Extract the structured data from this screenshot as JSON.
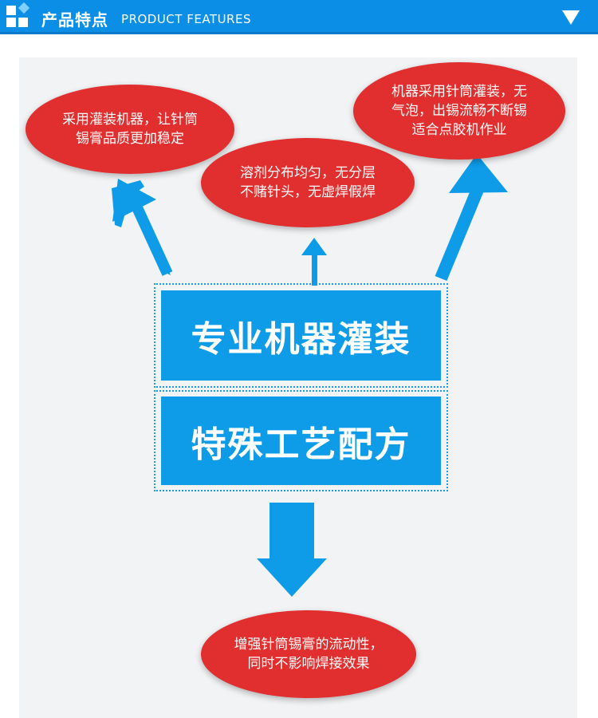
{
  "header": {
    "title_cn": "产品特点",
    "title_en": "PRODUCT FEATURES",
    "accent_color": "#0a8ee6",
    "logo_icon": "logo-squares-icon",
    "toggle_icon": "triangle-down-icon"
  },
  "bubbles": {
    "left": {
      "line1": "采用灌装机器，让针筒",
      "line2": "锡膏品质更加稳定"
    },
    "center": {
      "line1": "溶剂分布均匀，无分层",
      "line2": "不赌针头，无虚焊假焊"
    },
    "right": {
      "line1": "机器采用针筒灌装，无",
      "line2": "气泡，出锡流畅不断锡",
      "line3": "适合点胶机作业"
    },
    "bottom": {
      "line1": "增强针筒锡膏的流动性，",
      "line2": "同时不影响焊接效果"
    }
  },
  "blocks": {
    "top_label": "专业机器灌装",
    "bottom_label": "特殊工艺配方"
  },
  "colors": {
    "bubble": "#e12e2e",
    "block": "#0e9be7",
    "arrow": "#0e9be7"
  },
  "icons": [
    "arrow-up-left-icon",
    "arrow-up-icon",
    "arrow-up-right-icon",
    "arrow-down-icon"
  ]
}
